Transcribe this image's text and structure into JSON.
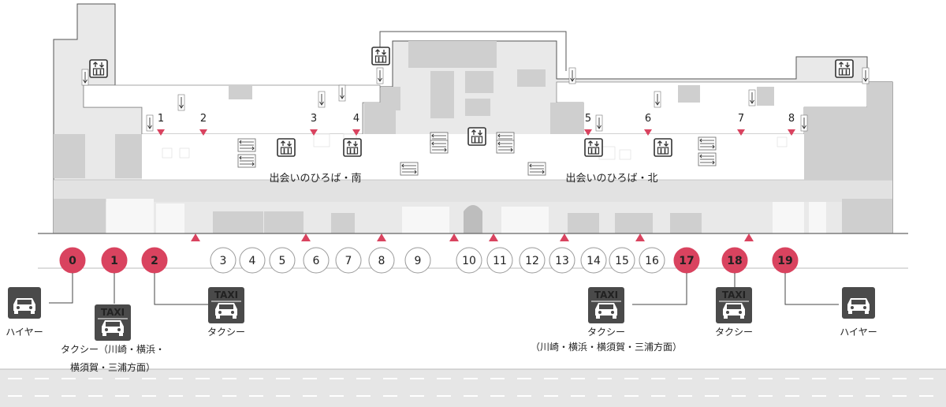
{
  "palette": {
    "floor": "#e9e9e9",
    "block": "#cfcfcf",
    "dark_block": "#bdbdbd",
    "outline": "#555555",
    "accent": "#d9435f",
    "icon_bg": "#4a4a4a",
    "road": "#e6e6e6"
  },
  "areas": [
    {
      "id": "south",
      "label": "出会いのひろば・南"
    },
    {
      "id": "north",
      "label": "出会いのひろば・北"
    }
  ],
  "entrances": [
    "1",
    "2",
    "3",
    "4",
    "5",
    "6",
    "7",
    "8"
  ],
  "stops": [
    {
      "number": "0",
      "highlight": true
    },
    {
      "number": "1",
      "highlight": true
    },
    {
      "number": "2",
      "highlight": true
    },
    {
      "number": "3",
      "highlight": false
    },
    {
      "number": "4",
      "highlight": false
    },
    {
      "number": "5",
      "highlight": false
    },
    {
      "number": "6",
      "highlight": false
    },
    {
      "number": "7",
      "highlight": false
    },
    {
      "number": "8",
      "highlight": false
    },
    {
      "number": "9",
      "highlight": false
    },
    {
      "number": "10",
      "highlight": false
    },
    {
      "number": "11",
      "highlight": false
    },
    {
      "number": "12",
      "highlight": false
    },
    {
      "number": "13",
      "highlight": false
    },
    {
      "number": "14",
      "highlight": false
    },
    {
      "number": "15",
      "highlight": false
    },
    {
      "number": "16",
      "highlight": false
    },
    {
      "number": "17",
      "highlight": true
    },
    {
      "number": "18",
      "highlight": true
    },
    {
      "number": "19",
      "highlight": true
    }
  ],
  "services": [
    {
      "id": "hire-0",
      "icon": "car-icon",
      "badge": "",
      "lines": [
        "ハイヤー"
      ]
    },
    {
      "id": "taxi-1",
      "icon": "taxi-icon",
      "badge": "TAXI",
      "lines": [
        "タクシー（川崎・横浜・",
        "横須賀・三浦方面）"
      ]
    },
    {
      "id": "taxi-2",
      "icon": "taxi-icon",
      "badge": "TAXI",
      "lines": [
        "タクシー"
      ]
    },
    {
      "id": "taxi-17",
      "icon": "taxi-icon",
      "badge": "TAXI",
      "lines": [
        "タクシー",
        "（川崎・横浜・横須賀・三浦方面）"
      ]
    },
    {
      "id": "taxi-18",
      "icon": "taxi-icon",
      "badge": "TAXI",
      "lines": [
        "タクシー"
      ]
    },
    {
      "id": "hire-19",
      "icon": "car-icon",
      "badge": "",
      "lines": [
        "ハイヤー"
      ]
    }
  ],
  "icons": {
    "elevator": "elevator-icon",
    "escalator": "escalator-icon",
    "stairs": "stairs-arrow-icon"
  }
}
